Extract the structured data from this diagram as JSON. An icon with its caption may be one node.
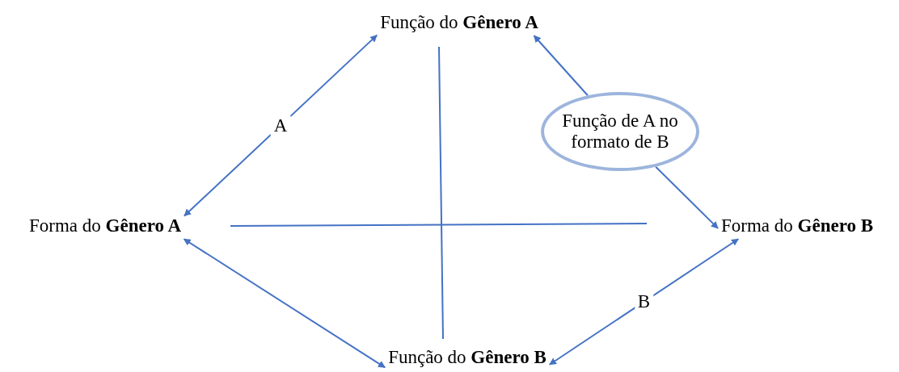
{
  "diagram": {
    "nodes": [
      {
        "text": [
          "Função do **Gênero A**"
        ]
      },
      {
        "text": [
          "Forma do **Gênero A**"
        ]
      },
      {
        "text": [
          "Forma do **Gênero B**"
        ]
      },
      {
        "text": [
          "Função do **Gênero B**"
        ]
      },
      {
        "text": [
          "Função de A no formato de B"
        ]
      }
    ],
    "edges": [
      {
        "from": 1,
        "to": 0,
        "arrow": "both",
        "label": "A"
      },
      {
        "from": 1,
        "to": 3,
        "arrow": "both"
      },
      {
        "from": 3,
        "to": 2,
        "arrow": "both",
        "label": "B"
      },
      {
        "from": 4,
        "to": 0,
        "arrow": "to"
      },
      {
        "from": 4,
        "to": 2,
        "arrow": "to"
      }
    ]
  }
}
